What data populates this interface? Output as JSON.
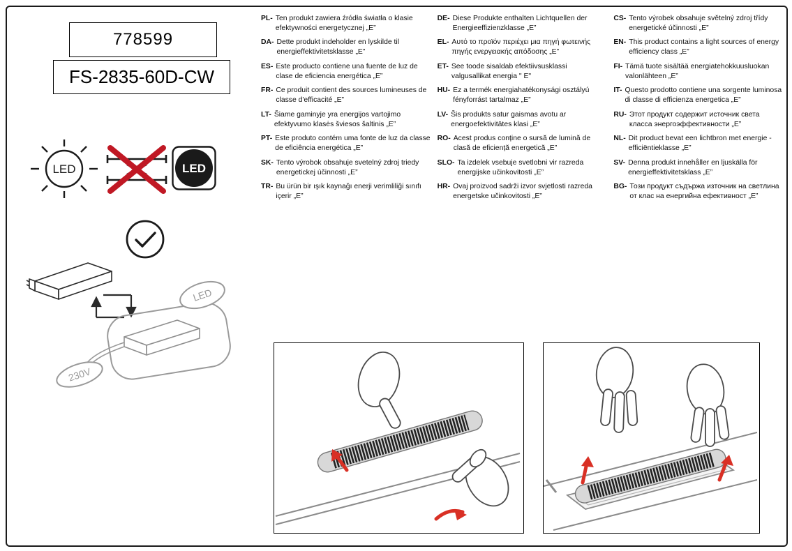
{
  "product": {
    "number": "778599",
    "model": "FS-2835-60D-CW"
  },
  "icons": {
    "led_sun_label": "LED",
    "led_badge_label": "LED",
    "diagram_led_label": "LED",
    "diagram_voltage_label": "230V"
  },
  "colors": {
    "cross_red": "#c01824",
    "arrow_red": "#d93025",
    "diagram_gray": "#9a9a9a",
    "ink": "#1a1a1a"
  },
  "translations": {
    "columns": [
      [
        {
          "code": "PL-",
          "text": "Ten produkt zawiera źródła światła o klasie efektywności energetycznej „E”"
        },
        {
          "code": "DA-",
          "text": "Dette produkt indeholder en lyskilde til energieffektivitetsklasse „E”"
        },
        {
          "code": "ES-",
          "text": "Este producto contiene una fuente de luz de clase de eficiencia energética „E”"
        },
        {
          "code": "FR-",
          "text": "Ce produit contient des sources lumineuses de classe d'efficacité „E”"
        },
        {
          "code": "LT-",
          "text": "Šiame gaminyje yra energijos vartojimo efektyvumo klasės šviesos šaltinis „E”"
        },
        {
          "code": "PT-",
          "text": "Este produto contém uma fonte de luz da classe de eficiência energética „E”"
        },
        {
          "code": "SK-",
          "text": "Tento výrobok obsahuje svetelný zdroj triedy energetickej účinnosti „E”"
        },
        {
          "code": "TR-",
          "text": "Bu ürün bir ışık kaynağı enerji verimliliği sınıfı içerir „E”"
        }
      ],
      [
        {
          "code": "DE-",
          "text": "Diese Produkte enthalten Lichtquellen der Energieeffizienzklasse „E”"
        },
        {
          "code": "EL-",
          "text": "Αυτό το προϊόν περιέχει μια πηγή φωτεινής πηγής ενεργειακής απόδοσης „E”"
        },
        {
          "code": "ET-",
          "text": "See toode sisaldab efektiivsusklassi valgusallikat energia \" E\""
        },
        {
          "code": "HU-",
          "text": "Ez a termék energiahatékonysági osztályú fényforrást tartalmaz „E”"
        },
        {
          "code": "LV-",
          "text": "Šis produkts satur gaismas avotu ar energoefektivitātes klasi „E”"
        },
        {
          "code": "RO-",
          "text": "Acest produs conține o sursă de lumină de clasă de eficiență energetică „E”"
        },
        {
          "code": "SLO-",
          "text": "Ta izdelek vsebuje svetlobni vir razreda energijske učinkovitosti „E”"
        },
        {
          "code": "HR-",
          "text": "Ovaj proizvod sadrži izvor svjetlosti razreda energetske učinkovitosti „E”"
        }
      ],
      [
        {
          "code": "CS-",
          "text": "Tento výrobek obsahuje světelný zdroj třídy energetické účinnosti „E”"
        },
        {
          "code": "EN-",
          "text": "This product contains a light sources of energy efficiency class „E”"
        },
        {
          "code": "FI-",
          "text": "Tämä tuote sisältää energiatehokkuusluokan valonlähteen „E”"
        },
        {
          "code": "IT-",
          "text": "Questo prodotto contiene una sorgente luminosa di classe di efficienza energetica „E”"
        },
        {
          "code": "RU-",
          "text": "Этот продукт содержит источник света класса энергоэффективности „E”"
        },
        {
          "code": "NL-",
          "text": "Dit product bevat een lichtbron met energie - efficiëntieklasse „E”"
        },
        {
          "code": "SV-",
          "text": "Denna produkt innehåller en ljuskälla för energieffektivitetsklass „E”"
        },
        {
          "code": "BG-",
          "text": "Този продукт съдържа източник на светлина от клас на енергийна ефективност „E”"
        }
      ]
    ]
  }
}
